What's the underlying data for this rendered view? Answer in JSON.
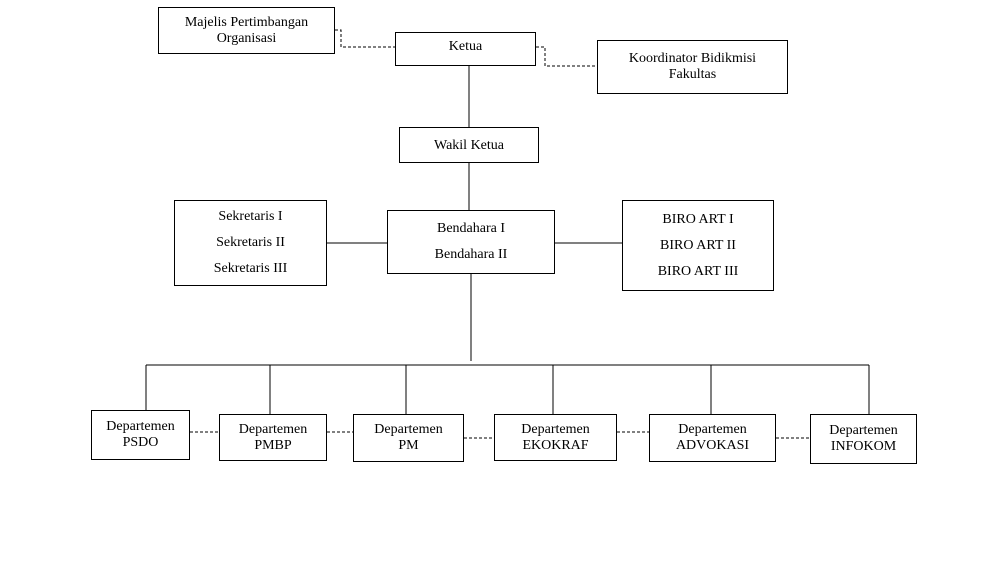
{
  "org_chart": {
    "majelis": [
      "Majelis Pertimbangan",
      "Organisasi"
    ],
    "ketua": "Ketua",
    "koordinator": [
      "Koordinator Bidikmisi",
      "Fakultas"
    ],
    "wakil_ketua": "Wakil Ketua",
    "sekretaris": [
      "Sekretaris I",
      "Sekretaris II",
      "Sekretaris III"
    ],
    "bendahara": [
      "Bendahara I",
      "Bendahara II"
    ],
    "biro_art": [
      "BIRO ART I",
      "BIRO ART II",
      "BIRO ART III"
    ],
    "departemen": [
      [
        "Departemen",
        "PSDO"
      ],
      [
        "Departemen",
        "PMBP"
      ],
      [
        "Departemen",
        "PM"
      ],
      [
        "Departemen",
        "EKOKRAF"
      ],
      [
        "Departemen",
        "ADVOKASI"
      ],
      [
        "Departemen",
        "INFOKOM"
      ]
    ]
  },
  "colors": {
    "line": "#000000",
    "box_border": "#000000",
    "background": "#ffffff"
  }
}
